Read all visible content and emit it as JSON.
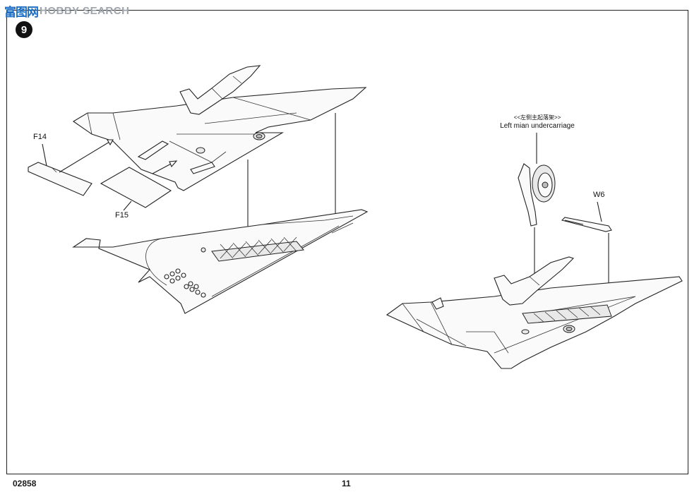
{
  "watermark": {
    "cn": "富图网",
    "en": "HOBBY SEARCH"
  },
  "step": {
    "number": "9"
  },
  "labels": {
    "f14": "F14",
    "f15": "F15",
    "w6": "W6",
    "undercarriage_cn": "<<左侧主起落架>>",
    "undercarriage_en": "Left mian undercarriage"
  },
  "footer": {
    "code": "02858",
    "page": "11"
  }
}
